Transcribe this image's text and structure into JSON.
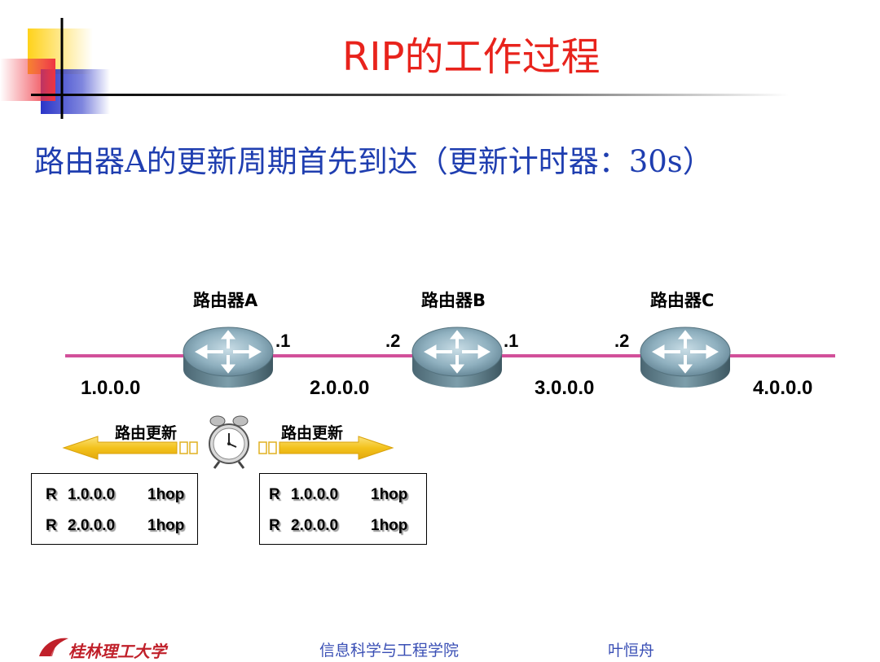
{
  "title": "RIP的工作过程",
  "subtitle": "路由器A的更新周期首先到达（更新计时器：30s）",
  "routers": [
    {
      "label": "路由器A"
    },
    {
      "label": "路由器B"
    },
    {
      "label": "路由器C"
    }
  ],
  "interfaces": [
    ".1",
    ".2",
    ".1",
    ".2"
  ],
  "networks": [
    "1.0.0.0",
    "2.0.0.0",
    "3.0.0.0",
    "4.0.0.0"
  ],
  "updates": {
    "left_label": "路由更新",
    "right_label": "路由更新"
  },
  "left_table": [
    {
      "flag": "R",
      "network": "1.0.0.0",
      "hop": "1hop"
    },
    {
      "flag": "R",
      "network": "2.0.0.0",
      "hop": "1hop"
    }
  ],
  "right_table": [
    {
      "flag": "R",
      "network": "1.0.0.0",
      "hop": "1hop"
    },
    {
      "flag": "R",
      "network": "2.0.0.0",
      "hop": "1hop"
    }
  ],
  "footer": {
    "logo_text": "桂林理工大学",
    "school": "信息科学与工程学院",
    "author": "叶恒舟"
  },
  "colors": {
    "title": "#e8231c",
    "subtitle": "#1f3eb0",
    "link_line": "#d2509a",
    "arrow": "#f3c21c"
  }
}
